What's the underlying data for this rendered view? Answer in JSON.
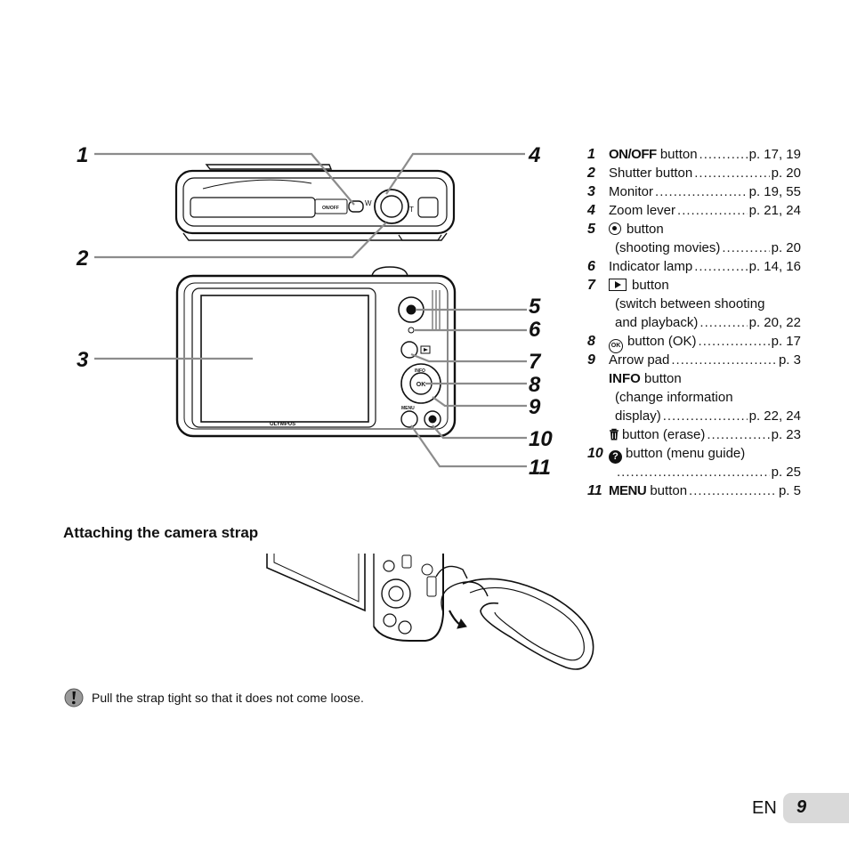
{
  "callouts": [
    "1",
    "2",
    "3",
    "4",
    "5",
    "6",
    "7",
    "8",
    "9",
    "10",
    "11"
  ],
  "camera": {
    "onoff_label": "ON/OFF",
    "zoom_w": "W",
    "zoom_t": "T",
    "info_label": "INFO",
    "ok_label": "OK",
    "menu_label": "MENU",
    "brand": "OLYMPUS"
  },
  "parts": [
    {
      "num": "1",
      "label": "ON/OFF",
      "suffix": " button",
      "page": "p. 17, 19"
    },
    {
      "num": "2",
      "label": "Shutter button",
      "page": "p. 20"
    },
    {
      "num": "3",
      "label": "Monitor",
      "page": "p. 19, 55"
    },
    {
      "num": "4",
      "label": "Zoom lever",
      "page": "p. 21, 24"
    },
    {
      "num": "5",
      "label": "button",
      "sub": "(shooting movies)",
      "sub_page": "p. 20"
    },
    {
      "num": "6",
      "label": "Indicator lamp",
      "page": "p. 14, 16"
    },
    {
      "num": "7",
      "label": "button",
      "sub1": "(switch between shooting",
      "sub2": "and playback)",
      "sub2_page": "p. 20, 22"
    },
    {
      "num": "8",
      "label": "button (OK)",
      "page": "p. 17"
    },
    {
      "num": "9",
      "label": "Arrow pad",
      "page": "p. 3",
      "info": "INFO",
      "info_suffix": " button",
      "sub1": "(change information",
      "sub2": "display)",
      "sub2_page": "p. 22, 24",
      "trash_label": "button (erase)",
      "trash_page": "p. 23"
    },
    {
      "num": "10",
      "label": "button (menu guide)",
      "page": "p. 25"
    },
    {
      "num": "11",
      "label": "MENU",
      "suffix": " button",
      "page": "p. 5"
    }
  ],
  "icon_names": {
    "movie": "record-circle-icon",
    "playback": "playback-icon",
    "ok": "ok-icon",
    "trash": "trash-icon",
    "guide": "question-icon",
    "note": "caution-icon"
  },
  "strap_heading": "Attaching the camera strap",
  "note_text": "Pull the strap tight so that it does not come loose.",
  "footer": {
    "lang": "EN",
    "page": "9"
  },
  "colors": {
    "leader": "#8c8c8c",
    "tab": "#d9d9d9"
  }
}
